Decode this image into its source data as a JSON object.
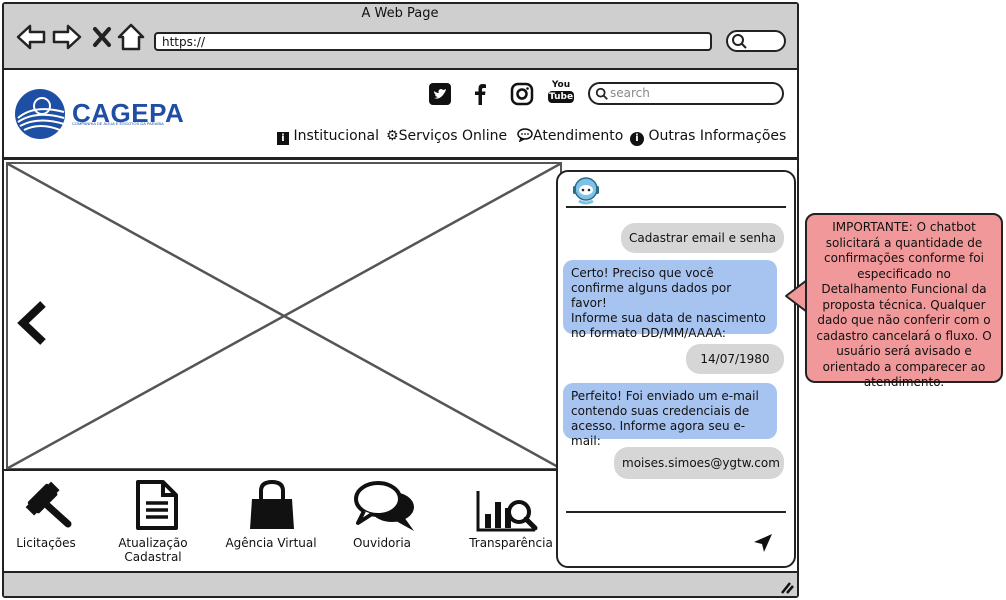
{
  "browser": {
    "title": "A Web Page",
    "url": "https://"
  },
  "site": {
    "logo_text": "CAGEPA",
    "logo_subtitle": "COMPANHIA DE ÁGUA E ESGOTOS DA PARAÍBA",
    "social_icons": [
      "twitter-icon",
      "facebook-icon",
      "instagram-icon",
      "youtube-icon"
    ],
    "youtube_label_top": "You",
    "youtube_label_bottom": "Tube",
    "search_placeholder": "search",
    "menu": [
      {
        "label": "Institucional",
        "icon": "info-icon"
      },
      {
        "label": "Serviços Online",
        "icon": "gear-icon"
      },
      {
        "label": "Atendimento",
        "icon": "chat-icon"
      },
      {
        "label": "Outras Informações",
        "icon": "info-circle-icon"
      }
    ]
  },
  "hero": {
    "prev_icon": "chevron-left-icon"
  },
  "shortcuts": [
    {
      "label": "Licitações",
      "icon": "gavel-icon"
    },
    {
      "label": "Atualização Cadastral",
      "icon": "document-icon"
    },
    {
      "label": "Agência Virtual",
      "icon": "shopping-bag-icon"
    },
    {
      "label": "Ouvidoria",
      "icon": "speech-bubbles-icon"
    },
    {
      "label": "Transparência",
      "icon": "chart-search-icon"
    }
  ],
  "chat": {
    "avatar_icon": "chatbot-avatar-icon",
    "messages": [
      {
        "from": "user",
        "text": "Cadastrar email e senha"
      },
      {
        "from": "bot",
        "text": "Certo! Preciso que você confirme alguns dados por favor!\nInforme sua data de nascimento no formato DD/MM/AAAA:"
      },
      {
        "from": "user",
        "text": "14/07/1980"
      },
      {
        "from": "bot",
        "text": "Perfeito! Foi enviado um e-mail contendo suas credenciais de acesso. Informe agora seu e-mail:"
      },
      {
        "from": "user",
        "text": "moises.simoes@ygtw.com"
      }
    ],
    "send_icon": "send-icon"
  },
  "note": {
    "text": "IMPORTANTE: O chatbot solicitará a quantidade de confirmações conforme foi especificado no Detalhamento Funcional da proposta técnica. Qualquer dado que não conferir com o cadastro cancelará o fluxo. O usuário será avisado e orientado a comparecer ao atendimento.",
    "colors": {
      "background": "#f1999a",
      "border": "#222222"
    }
  },
  "colors": {
    "brand_blue": "#1f4fa5",
    "chrome_gray": "#cfcfcf",
    "bot_bubble": "#a7c4f1",
    "user_bubble": "#d6d6d6"
  }
}
